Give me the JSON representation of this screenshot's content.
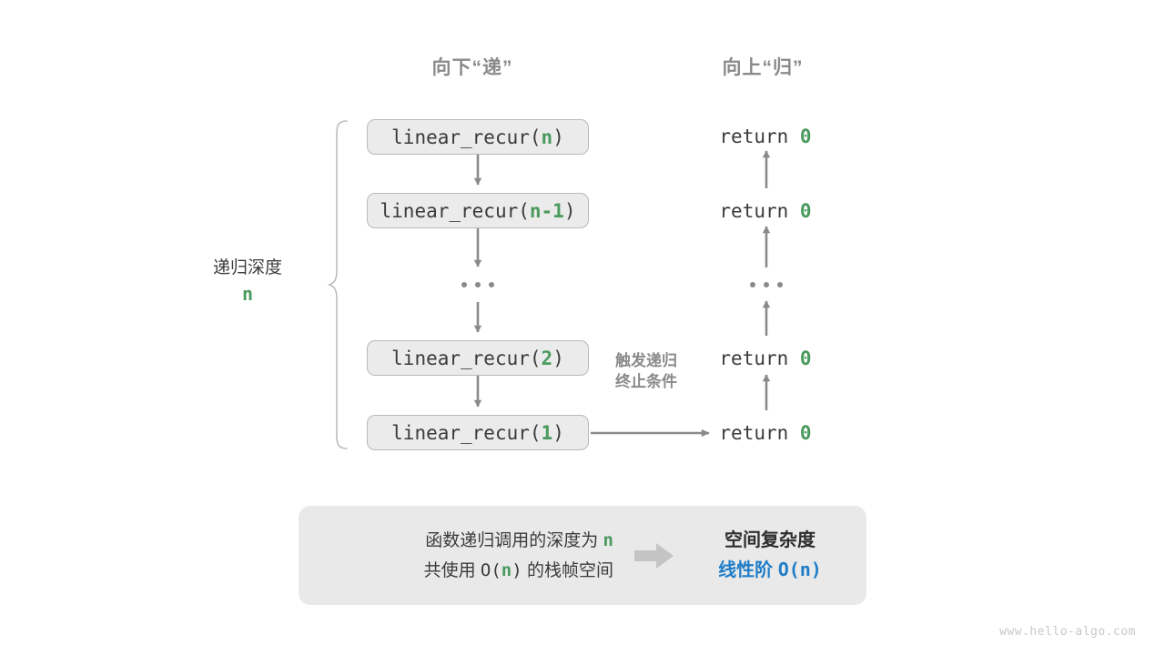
{
  "headers": {
    "down": "向下“递”",
    "up": "向上“归”"
  },
  "depth_annotation": {
    "label": "递归深度",
    "variable": "n"
  },
  "call_stack": [
    {
      "prefix": "linear_recur(",
      "arg": "n",
      "suffix": ")"
    },
    {
      "prefix": "linear_recur(",
      "arg": "n-1",
      "suffix": ")"
    },
    {
      "prefix": "linear_recur(",
      "arg": "2",
      "suffix": ")"
    },
    {
      "prefix": "linear_recur(",
      "arg": "1",
      "suffix": ")"
    }
  ],
  "ellipsis": "...",
  "returns": [
    {
      "keyword": "return",
      "value": "0"
    },
    {
      "keyword": "return",
      "value": "0"
    },
    {
      "keyword": "return",
      "value": "0"
    },
    {
      "keyword": "return",
      "value": "0"
    }
  ],
  "trigger_note": {
    "line1": "触发递归",
    "line2": "终止条件"
  },
  "summary": {
    "left_line1_pre": "函数递归调用的深度为",
    "left_line1_var": "n",
    "left_line2_pre": "共使用",
    "left_line2_mono": "O(",
    "left_line2_var": "n",
    "left_line2_mono2": ")",
    "left_line2_post": "的栈帧空间",
    "arrow_icon": "right-block-arrow-icon",
    "right_title": "空间复杂度",
    "right_value_label": "线性阶",
    "right_value_mono": "O(n)"
  },
  "watermark": "www.hello-algo.com",
  "colors": {
    "green": "#4a9a5e",
    "blue": "#1f7dc8",
    "gray_text": "#3b3b3b",
    "gray_muted": "#8a8a8a",
    "box_fill": "#ebebeb",
    "box_border": "#b9b9b9",
    "panel_fill": "#e9e9e9",
    "arrow": "#8a8a8a"
  }
}
